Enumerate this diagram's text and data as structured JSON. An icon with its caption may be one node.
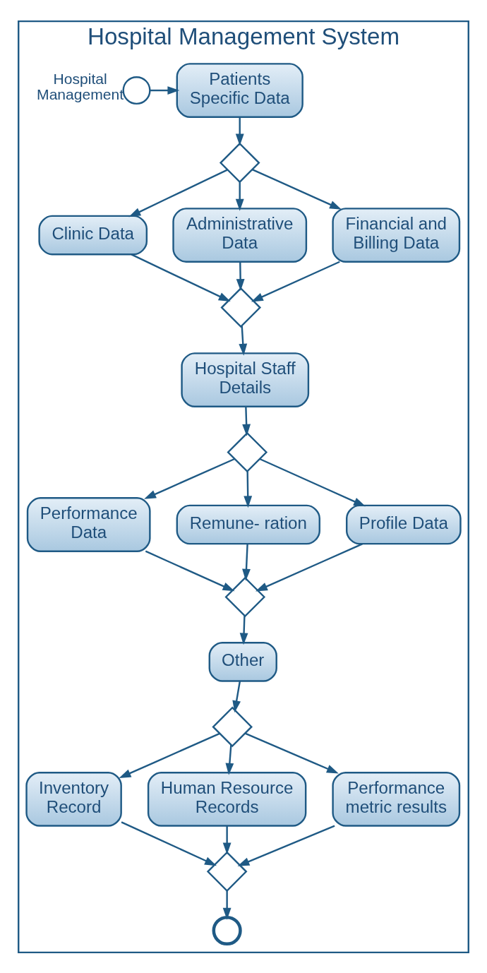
{
  "diagram": {
    "nodes": [
      {
        "text": [
          "Hospital Management System"
        ]
      },
      {
        "text": [],
        "shape": "circle",
        "beside": [
          "Hospital Management"
        ],
        "in": 0
      },
      {
        "text": [
          "Patients Specific Data"
        ],
        "in": 0
      },
      {
        "text": [],
        "shape": "diamond",
        "in": 0
      },
      {
        "text": [
          "Clinic Data"
        ],
        "in": 0
      },
      {
        "text": [
          "Administrative Data"
        ],
        "in": 0
      },
      {
        "text": [
          "Financial and Billing Data"
        ],
        "in": 0
      },
      {
        "text": [],
        "shape": "diamond",
        "in": 0
      },
      {
        "text": [
          "Hospital Staff Details"
        ],
        "in": 0
      },
      {
        "text": [],
        "shape": "diamond",
        "in": 0
      },
      {
        "text": [
          "Performance Data"
        ],
        "in": 0
      },
      {
        "text": [
          "Remune- ration"
        ],
        "in": 0
      },
      {
        "text": [
          "Profile Data"
        ],
        "in": 0
      },
      {
        "text": [],
        "shape": "diamond",
        "in": 0
      },
      {
        "text": [
          "Other"
        ],
        "in": 0
      },
      {
        "text": [],
        "shape": "diamond",
        "in": 0
      },
      {
        "text": [
          "Inventory Record"
        ],
        "in": 0
      },
      {
        "text": [
          "Human Resource Records"
        ],
        "in": 0
      },
      {
        "text": [
          "Performance metric results"
        ],
        "in": 0
      },
      {
        "text": [],
        "shape": "diamond",
        "in": 0
      },
      {
        "text": [],
        "shape": "circle",
        "in": 0
      }
    ],
    "edges": [
      {
        "from": 1,
        "to": 2,
        "arrow": "to"
      },
      {
        "from": 2,
        "to": 3,
        "arrow": "to"
      },
      {
        "from": 3,
        "to": 4,
        "arrow": "to"
      },
      {
        "from": 3,
        "to": 5,
        "arrow": "to"
      },
      {
        "from": 3,
        "to": 6,
        "arrow": "to"
      },
      {
        "from": 4,
        "to": 7,
        "arrow": "to"
      },
      {
        "from": 5,
        "to": 7,
        "arrow": "to"
      },
      {
        "from": 6,
        "to": 7,
        "arrow": "to"
      },
      {
        "from": 7,
        "to": 8,
        "arrow": "to"
      },
      {
        "from": 8,
        "to": 9,
        "arrow": "to"
      },
      {
        "from": 9,
        "to": 10,
        "arrow": "to"
      },
      {
        "from": 9,
        "to": 11,
        "arrow": "to"
      },
      {
        "from": 9,
        "to": 12,
        "arrow": "to"
      },
      {
        "from": 10,
        "to": 13,
        "arrow": "to"
      },
      {
        "from": 11,
        "to": 13,
        "arrow": "to"
      },
      {
        "from": 12,
        "to": 13,
        "arrow": "to"
      },
      {
        "from": 13,
        "to": 14,
        "arrow": "to"
      },
      {
        "from": 14,
        "to": 15,
        "arrow": "to"
      },
      {
        "from": 15,
        "to": 16,
        "arrow": "to"
      },
      {
        "from": 15,
        "to": 17,
        "arrow": "to"
      },
      {
        "from": 15,
        "to": 18,
        "arrow": "to"
      },
      {
        "from": 16,
        "to": 19,
        "arrow": "to"
      },
      {
        "from": 17,
        "to": 19,
        "arrow": "to"
      },
      {
        "from": 18,
        "to": 19,
        "arrow": "to"
      },
      {
        "from": 19,
        "to": 20,
        "arrow": "to"
      }
    ]
  }
}
